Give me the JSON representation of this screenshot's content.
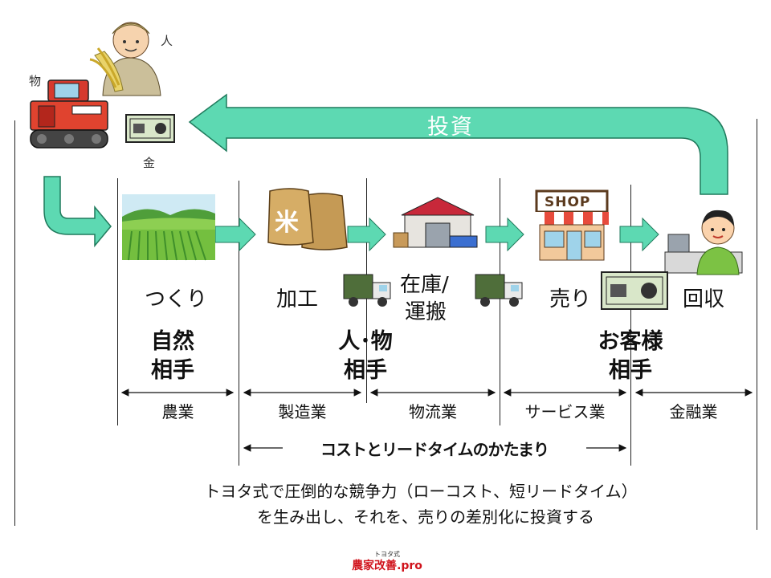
{
  "labels": {
    "person": "人",
    "thing": "物",
    "money": "金",
    "investment": "投資"
  },
  "stages": {
    "make": "つくり",
    "process": "加工",
    "stock_line1": "在庫/",
    "stock_line2": "運搬",
    "sell": "売り",
    "collect": "回収"
  },
  "counterparts": {
    "nature_line1": "自然",
    "nature_line2": "相手",
    "people_line1": "人･物",
    "people_line2": "相手",
    "customer_line1": "お客様",
    "customer_line2": "相手"
  },
  "industries": [
    "農業",
    "製造業",
    "物流業",
    "サービス業",
    "金融業"
  ],
  "cost_label": "コストとリードタイムのかたまり",
  "note": {
    "line1": "トヨタ式で圧倒的な競争力（ローコスト、短リードタイム）",
    "line2": "を生み出し、それを、売りの差別化に投資する"
  },
  "shop_sign": "SHOP",
  "rice_bag_char": "米",
  "logo": {
    "small": "トヨタ式",
    "main": "農家改善",
    "suffix": ".pro"
  },
  "colors": {
    "arrow_fill": "#5dd9b2",
    "arrow_stroke": "#1f7a5c",
    "logo_red": "#d0121b"
  }
}
